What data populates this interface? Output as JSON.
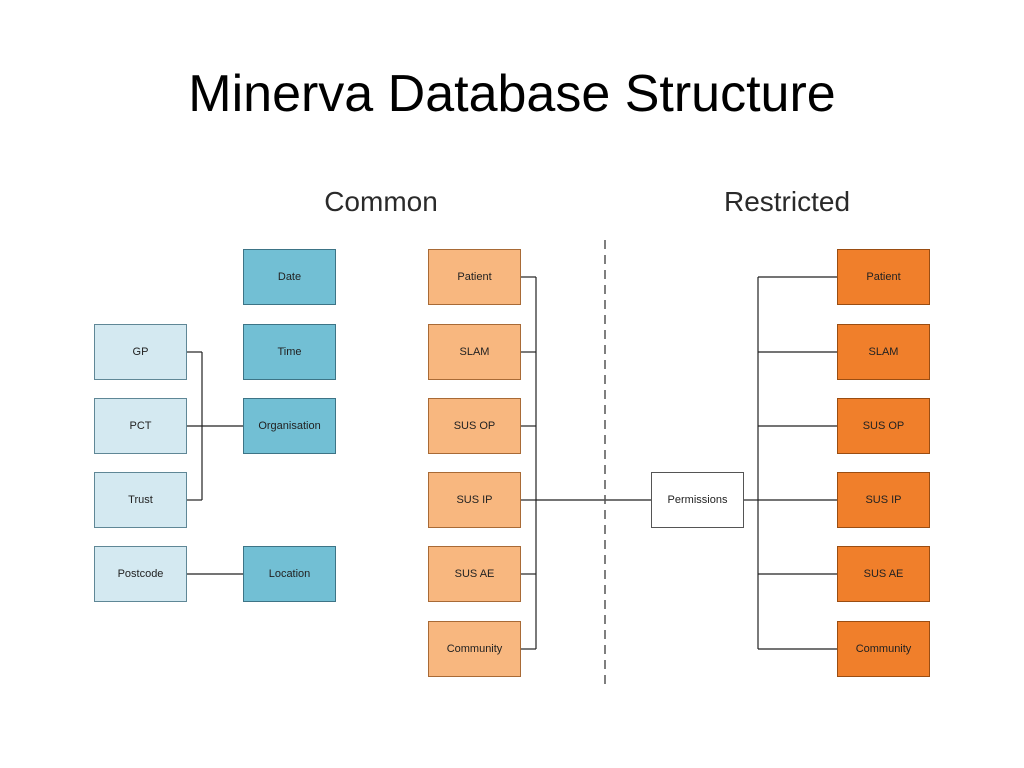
{
  "title": "Minerva Database Structure",
  "sections": {
    "common": "Common",
    "restricted": "Restricted"
  },
  "common_left": [
    "GP",
    "PCT",
    "Trust",
    "Postcode"
  ],
  "common_middle": [
    "Date",
    "Time",
    "Organisation",
    "Location"
  ],
  "common_datasets": [
    "Patient",
    "SLAM",
    "SUS OP",
    "SUS IP",
    "SUS AE",
    "Community"
  ],
  "permissions": "Permissions",
  "restricted_datasets": [
    "Patient",
    "SLAM",
    "SUS OP",
    "SUS IP",
    "SUS AE",
    "Community"
  ],
  "colors": {
    "light_blue": "#d4e9f1",
    "teal": "#72bfd4",
    "peach": "#f8b77f",
    "orange": "#f07f2b"
  }
}
